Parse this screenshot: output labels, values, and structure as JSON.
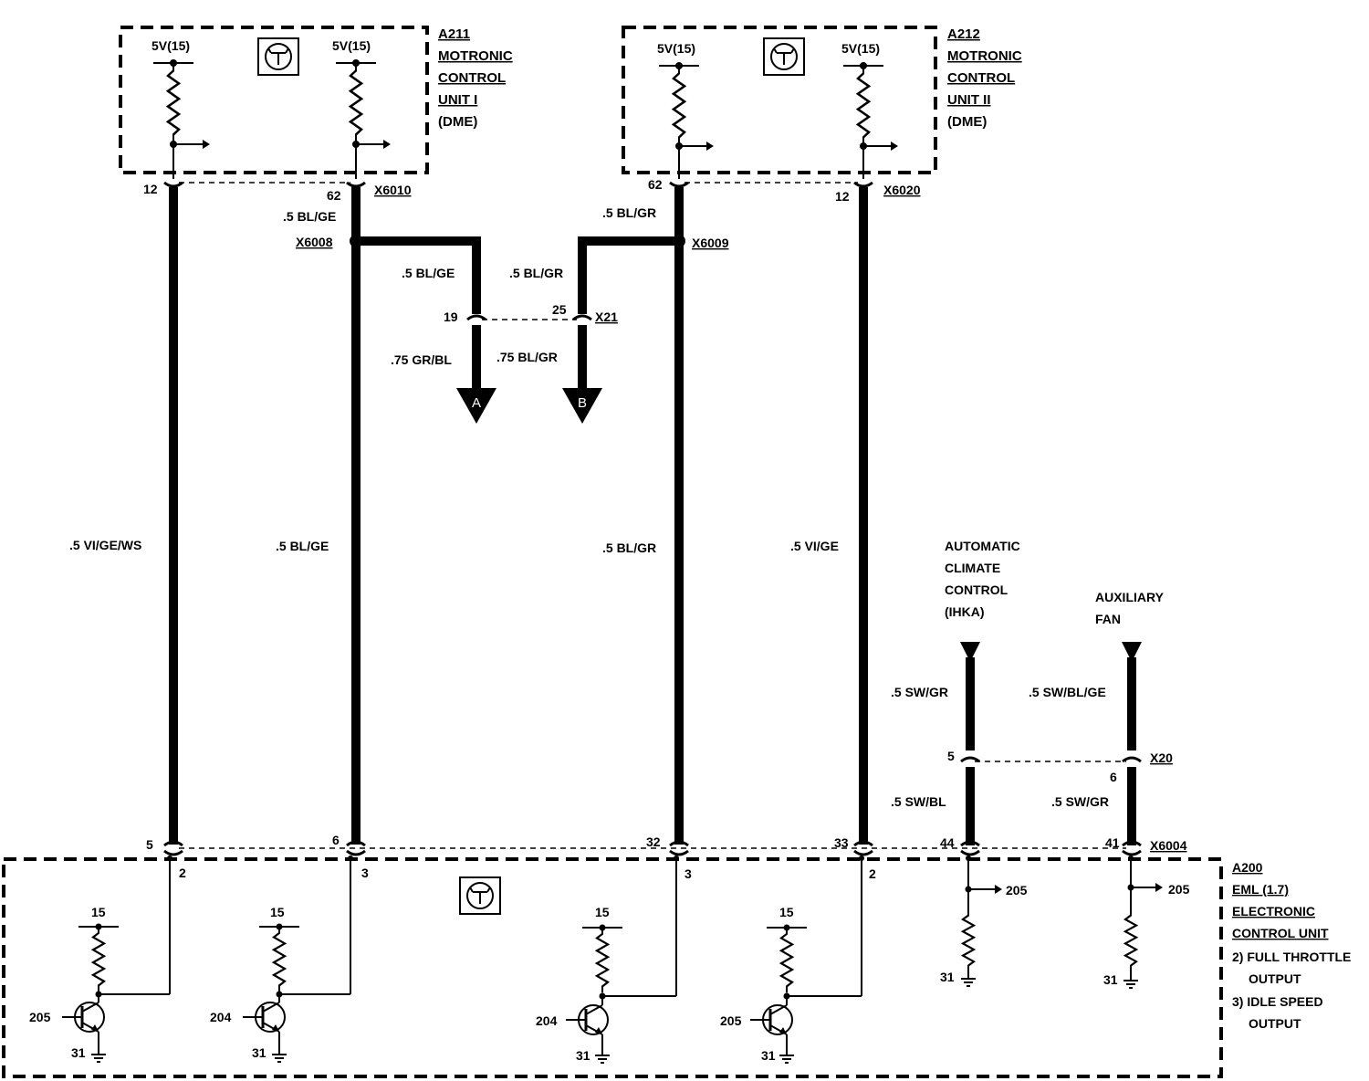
{
  "units": {
    "a211": {
      "id": "A211",
      "lines": [
        "MOTRONIC",
        "CONTROL",
        "UNIT I",
        "(DME)"
      ]
    },
    "a212": {
      "id": "A212",
      "lines": [
        "MOTRONIC",
        "CONTROL",
        "UNIT II",
        "(DME)"
      ]
    },
    "a200": {
      "id": "A200",
      "lines": [
        "EML (1.7)",
        "ELECTRONIC",
        "CONTROL UNIT"
      ],
      "notes": [
        "2) FULL THROTTLE",
        "OUTPUT",
        "3) IDLE SPEED",
        "OUTPUT"
      ]
    }
  },
  "supply_label": "5V(15)",
  "connectors": {
    "x6010": "X6010",
    "x6020": "X6020",
    "x6008": "X6008",
    "x6009": "X6009",
    "x21": "X21",
    "x20": "X20",
    "x6004": "X6004"
  },
  "pins": {
    "p12a": "12",
    "p62a": "62",
    "p62b": "62",
    "p12b": "12",
    "p19": "19",
    "p25": "25",
    "p5top": "5",
    "p6top": "6",
    "p5": "5",
    "p6": "6",
    "p32": "32",
    "p33": "33",
    "p44": "44",
    "p41": "41",
    "n2a": "2",
    "n3a": "3",
    "n3b": "3",
    "n2b": "2"
  },
  "wires": {
    "w1": ".5  VI/GE/WS",
    "w2_top": ".5 BL/GE",
    "w2": ".5 BL/GE",
    "w3_top": ".5 BL/GR",
    "w3": ".5 BL/GR",
    "w4": ".5  VI/GE",
    "to_a": ".5 BL/GE",
    "to_b": ".5 BL/GR",
    "a_out": ".75  GR/BL",
    "b_out": ".75  BL/GR",
    "ihka_top": ".5 SW/GR",
    "ihka_bot": ".5  SW/BL",
    "fan_top": ".5 SW/BL/GE",
    "fan_bot": ".5  SW/GR"
  },
  "arrows": {
    "a": "A",
    "b": "B"
  },
  "destinations": {
    "ihka": [
      "AUTOMATIC",
      "CLIMATE",
      "CONTROL",
      "(IHKA)"
    ],
    "fan": [
      "AUXILIARY",
      "FAN"
    ]
  },
  "internal": {
    "v15": "15",
    "gnd31": "31",
    "t205": "205",
    "t204": "204",
    "out205": "205"
  }
}
